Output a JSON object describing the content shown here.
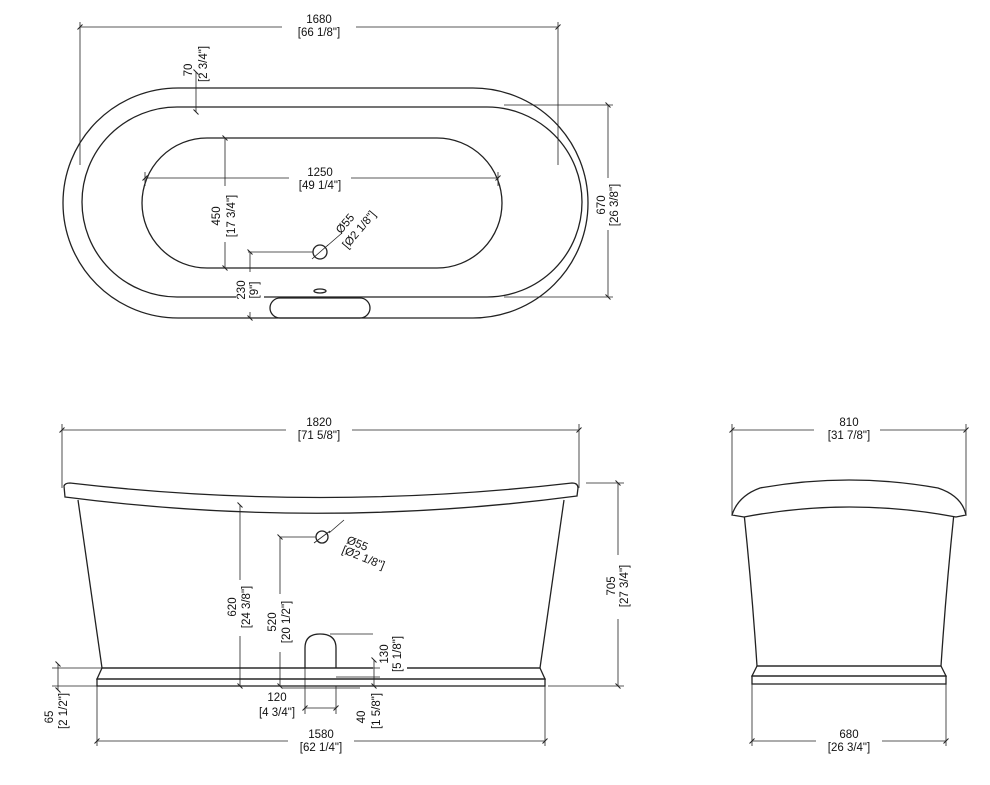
{
  "plan_view": {
    "overall_length": {
      "mm": "1680",
      "in": "[66 1/8\"]"
    },
    "rim_width": {
      "mm": "70",
      "in": "[2 3/4\"]"
    },
    "overall_width": {
      "mm": "670",
      "in": "[26 3/8\"]"
    },
    "basin_length": {
      "mm": "1250",
      "in": "[49 1/4\"]"
    },
    "basin_width": {
      "mm": "450",
      "in": "[17 3/4\"]"
    },
    "waste_diameter": {
      "mm": "Ø55",
      "in": "[Ø2 1/8\"]"
    },
    "waste_offset": {
      "mm": "230",
      "in": "[9\"]"
    }
  },
  "side_view": {
    "top_length": {
      "mm": "1820",
      "in": "[71 5/8\"]"
    },
    "waste_diameter": {
      "mm": "Ø55",
      "in": "[Ø2 1/8\"]"
    },
    "waste_height": {
      "mm": "620",
      "in": "[24 3/8\"]"
    },
    "overflow_height": {
      "mm": "520",
      "in": "[20 1/2\"]"
    },
    "total_height": {
      "mm": "705",
      "in": "[27 3/4\"]"
    },
    "outlet_height": {
      "mm": "130",
      "in": "[5 1/8\"]"
    },
    "base_height": {
      "mm": "65",
      "in": "[2 1/2\"]"
    },
    "outlet_offset": {
      "mm": "120",
      "in": "[4 3/4\"]"
    },
    "outlet_gap": {
      "mm": "40",
      "in": "[1 5/8\"]"
    },
    "base_length": {
      "mm": "1580",
      "in": "[62 1/4\"]"
    }
  },
  "end_view": {
    "top_width": {
      "mm": "810",
      "in": "[31 7/8\"]"
    },
    "base_width": {
      "mm": "680",
      "in": "[26 3/4\"]"
    }
  }
}
